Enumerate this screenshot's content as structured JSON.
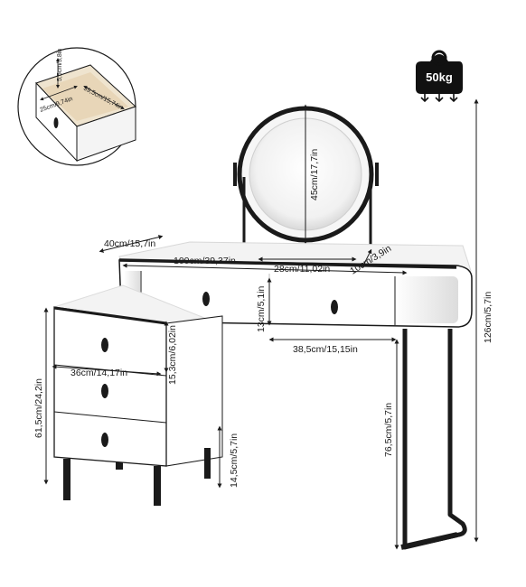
{
  "weight_badge": {
    "label": "50kg",
    "icon": "weight-icon"
  },
  "inset": {
    "height": "5,5cm/5,8in",
    "depth": "39,5cm/15,74in",
    "width": "25cm/9,74in"
  },
  "mirror": {
    "diameter": "45cm/17,7in",
    "base_width": "28cm/11,02in",
    "base_depth": "10cm/3,9in"
  },
  "table": {
    "depth": "40cm/15,7in",
    "width": "100cm/39,37in",
    "drawer_height": "13cm/5,1in",
    "drawer_width": "38,5cm/15,15in",
    "leg_height": "76,5cm/5,7in",
    "total_height": "126cm/5,7in"
  },
  "cabinet": {
    "width": "36cm/14,17in",
    "drawer_height": "15,3cm/6,02in",
    "height": "61,5cm/24,2in",
    "leg_height": "14,5cm/5,7in"
  },
  "colors": {
    "body": "#ffffff",
    "outline": "#1a1a1a",
    "shadow": "#e9e9e9",
    "wood": "#e8d6b8",
    "badge": "#111111"
  }
}
